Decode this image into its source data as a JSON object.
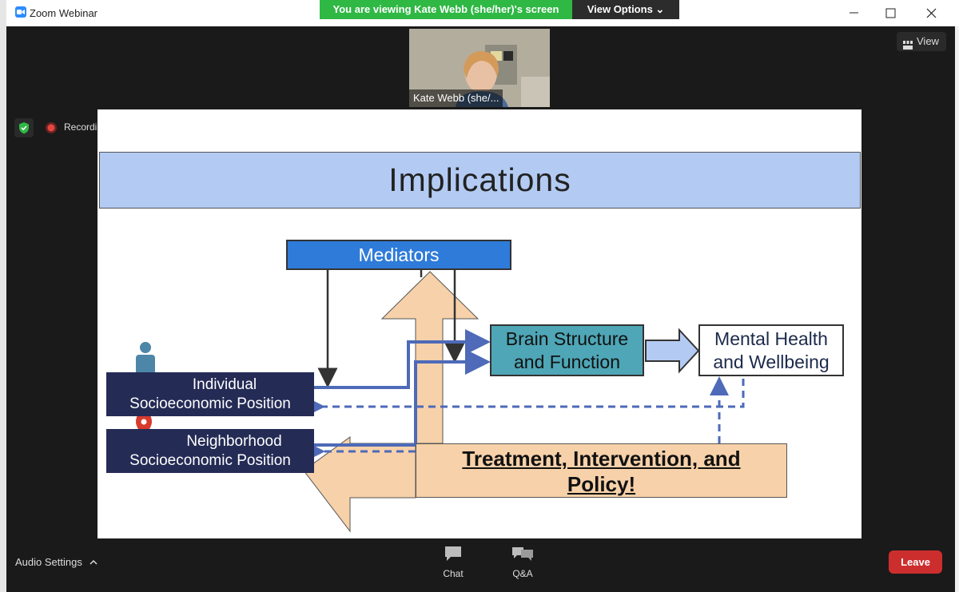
{
  "window": {
    "title": "Zoom Webinar"
  },
  "banner": {
    "text": "You are viewing Kate Webb (she/her)'s screen",
    "view_options_label": "View Options ⌄"
  },
  "top_right": {
    "view_label": "View"
  },
  "video": {
    "participant_name": "Kate Webb (she/..."
  },
  "recording": {
    "label": "Recordi"
  },
  "slide": {
    "title": "Implications",
    "mediators": "Mediators",
    "brain_line1": "Brain Structure",
    "brain_line2": "and Function",
    "mental_line1": "Mental Health",
    "mental_line2": "and Wellbeing",
    "individual_line1": "Individual",
    "individual_line2": "Socioeconomic Position",
    "neighborhood_line1": "Neighborhood",
    "neighborhood_line2": "Socioeconomic Position",
    "treatment_line1": "Treatment, Intervention, and",
    "treatment_line2": "Policy!"
  },
  "bottom": {
    "audio_settings": "Audio Settings",
    "chat": "Chat",
    "qa": "Q&A",
    "leave": "Leave"
  },
  "colors": {
    "banner_green": "#2fb844",
    "leave_red": "#cc2e2e",
    "title_bar_blue": "#b3cbf3",
    "mediators_blue": "#2f7bd9",
    "brain_teal": "#4ea6b6",
    "sep_navy": "#242b55",
    "arrow_peach": "#f7d1a9",
    "arrow_line_blue": "#4e6ab8"
  }
}
